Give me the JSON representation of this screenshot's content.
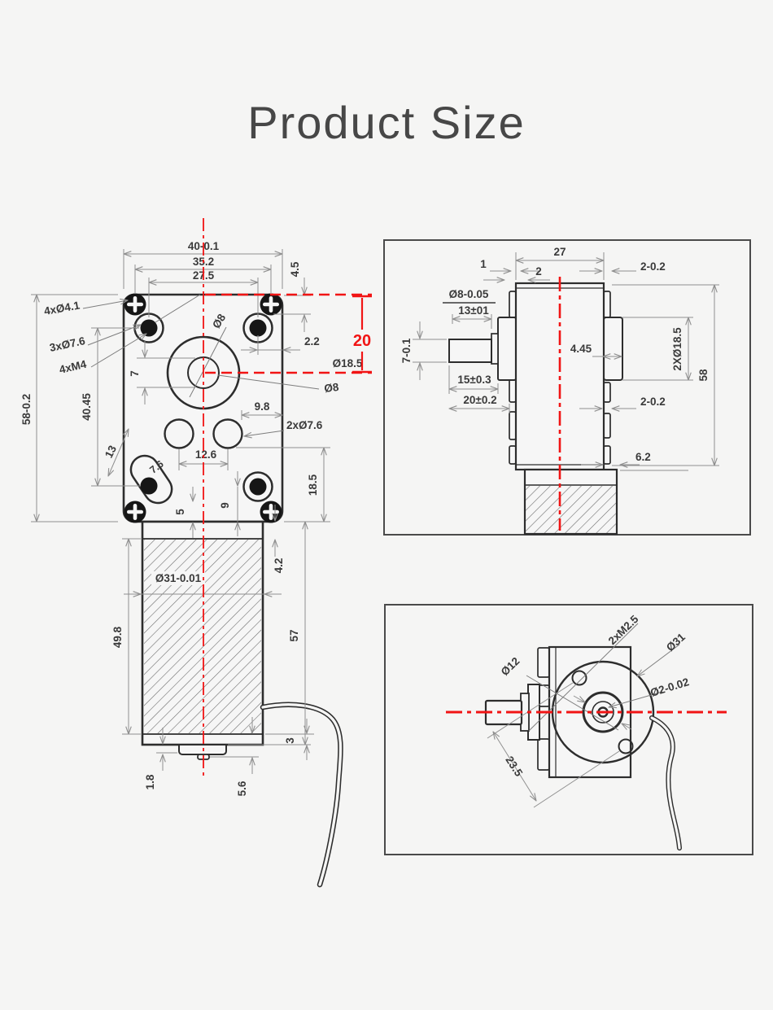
{
  "title": "Product Size",
  "colors": {
    "accent_red": "#f11414",
    "line_dark": "#2d2d2d",
    "dim_gray": "#8f8f8f",
    "text": "#3a3a3a"
  },
  "front_view": {
    "dims": {
      "overall_width": "40-0.1",
      "width_inner": "35.2",
      "width_holes": "27.5",
      "corner_offset": "4.5",
      "screw_holes": "4xØ4.1",
      "big_holes": "3xØ7.6",
      "threads": "4xM4",
      "overall_height": "58-0.2",
      "hole_span": "40.45",
      "slot_length": "13",
      "slot_width": "7.6",
      "shaft_flat": "7",
      "shaft_dia_top": "Ø8",
      "edge_offset": "2.2",
      "boss_dia": "Ø18.5",
      "center_offset_red": "20",
      "shaft_dia": "Ø8",
      "hole_offset": "9.8",
      "small_holes": "2xØ7.6",
      "hole_pitch": "12.6",
      "bottom_span": "18.5",
      "edge_5": "5",
      "edge_9": "9",
      "motor_dia": "Ø31-0.01",
      "motor_length": "49.8",
      "flange_gap": "4.2",
      "motor_total": "57",
      "cap_height": "3",
      "pin_height": "1.8",
      "cap_width": "5.6"
    }
  },
  "side_view": {
    "dims": {
      "body_width": "27",
      "cap_1": "1",
      "cap_2": "2",
      "tab_top": "2-0.2",
      "shaft_dia": "Ø8-0.05",
      "shaft_len_1": "13±01",
      "shaft_flat": "7-0.1",
      "shaft_len_2": "15±0.3",
      "shaft_len_3": "20±0.2",
      "ear_offset": "4.45",
      "ear_dia": "2XØ18.5",
      "body_height": "58",
      "tab_bottom": "2-0.2",
      "bottom_offset": "6.2"
    }
  },
  "rear_view": {
    "dims": {
      "screws": "2xM2.5",
      "motor_dia": "Ø31",
      "pin_dia": "Ø2-0.02",
      "boss_dia": "Ø12",
      "screw_span": "23.5"
    }
  }
}
